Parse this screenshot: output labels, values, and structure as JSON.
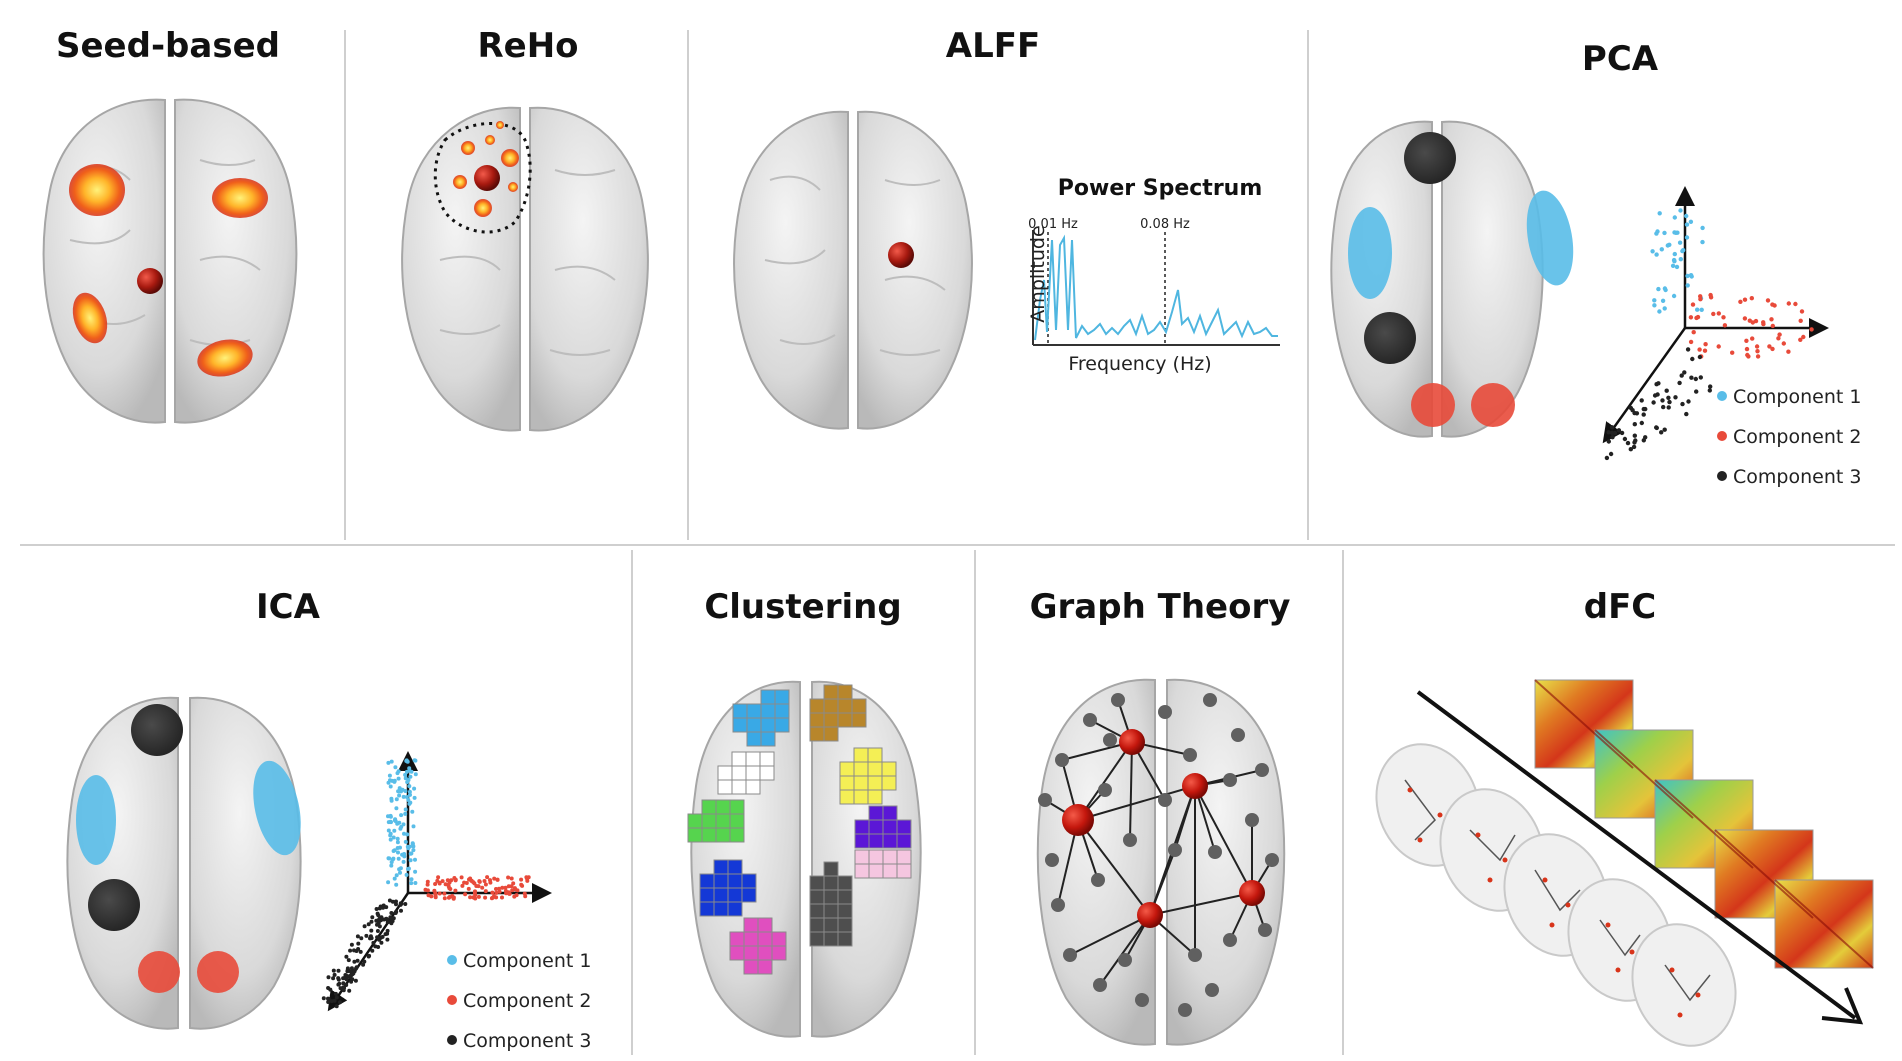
{
  "panels": {
    "seed_based": {
      "title": "Seed-based"
    },
    "reho": {
      "title": "ReHo"
    },
    "alff": {
      "title": "ALFF",
      "spectrum_title": "Power Spectrum",
      "marker_low": "0.01 Hz",
      "marker_high": "0.08 Hz",
      "xlabel": "Frequency (Hz)",
      "ylabel": "Amplitude"
    },
    "pca": {
      "title": "PCA",
      "legend": [
        "Component 1",
        "Component 2",
        "Component 3"
      ]
    },
    "ica": {
      "title": "ICA",
      "legend": [
        "Component 1",
        "Component 2",
        "Component 3"
      ]
    },
    "clustering": {
      "title": "Clustering"
    },
    "graph_theory": {
      "title": "Graph Theory"
    },
    "dfc": {
      "title": "dFC"
    }
  },
  "colors": {
    "brain": "#e2e2e2",
    "brain_edge": "#9a9a9a",
    "activation_core": "#fff27a",
    "activation_mid": "#ff9a1a",
    "activation_edge": "#e0361a",
    "seed": "#b01c12",
    "component1": "#59bde8",
    "component2": "#e84a3a",
    "component3": "#222222",
    "spectrum_line": "#4fb6e0",
    "cluster_cyan": "#39a9e6",
    "cluster_brown": "#b8862b",
    "cluster_white": "#ffffff",
    "cluster_yellow": "#f4ef55",
    "cluster_green": "#56d44e",
    "cluster_purple": "#5b17d6",
    "cluster_blue": "#1438d6",
    "cluster_pink": "#f5c6e0",
    "cluster_magenta": "#e04fbf",
    "cluster_gray": "#4e4e4e",
    "graph_hub": "#c8180f",
    "graph_node": "#606060"
  },
  "icons": {
    "dfc_arrow": "time-arrow-icon"
  }
}
